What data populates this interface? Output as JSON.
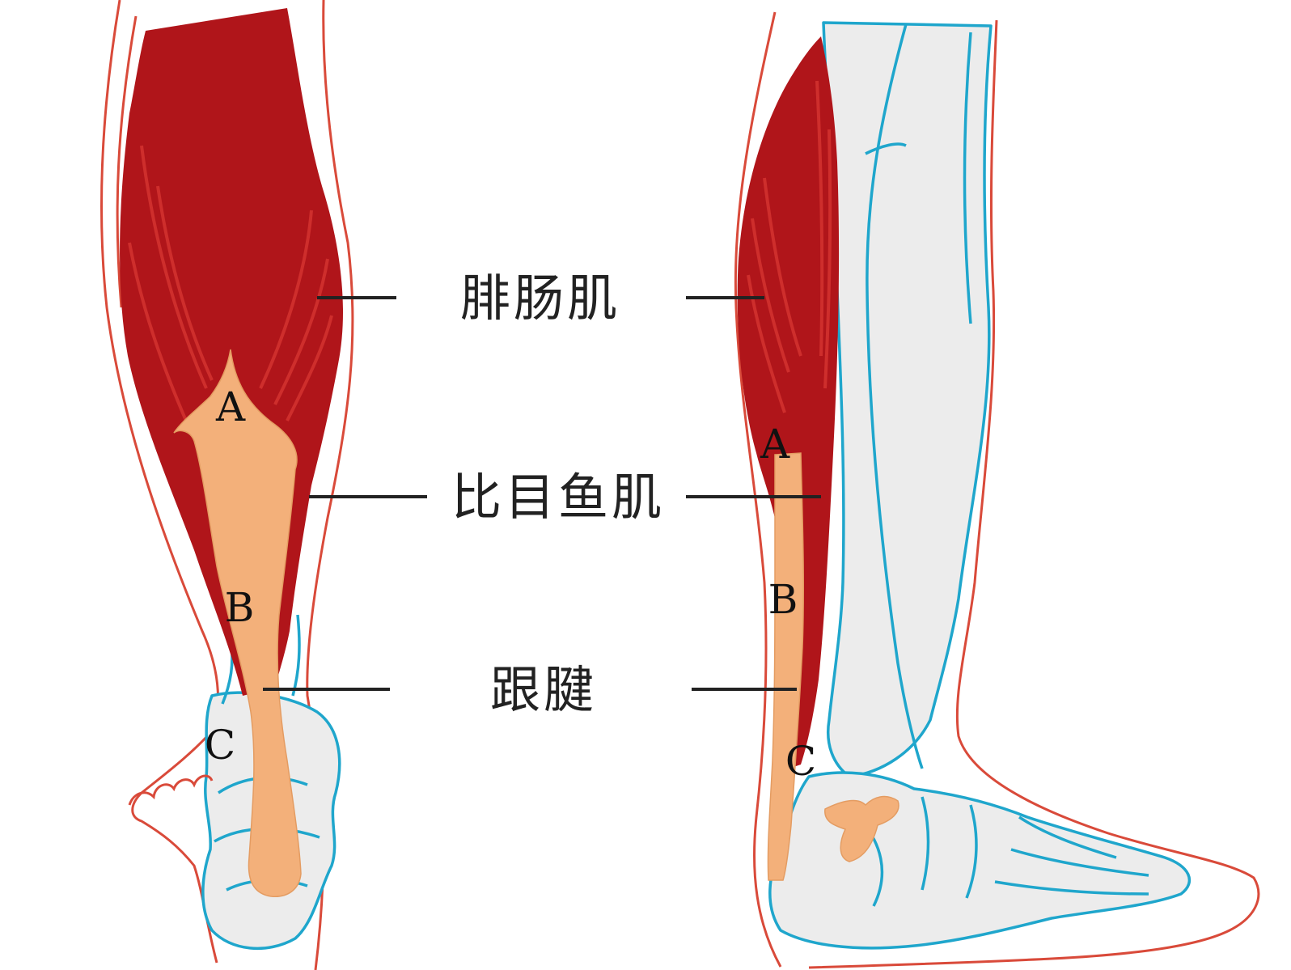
{
  "labels": {
    "gastrocnemius": "腓肠肌",
    "soleus": "比目鱼肌",
    "achilles_tendon": "跟腱"
  },
  "points": {
    "a": "A",
    "b": "B",
    "c": "C"
  },
  "colors": {
    "muscle": "#b0151a",
    "muscle_fiber": "#d33230",
    "tendon": "#f3b07a",
    "bone_outline": "#1fa6cc",
    "bone_fill": "#ececec",
    "skin_outline": "#d94a3a"
  }
}
